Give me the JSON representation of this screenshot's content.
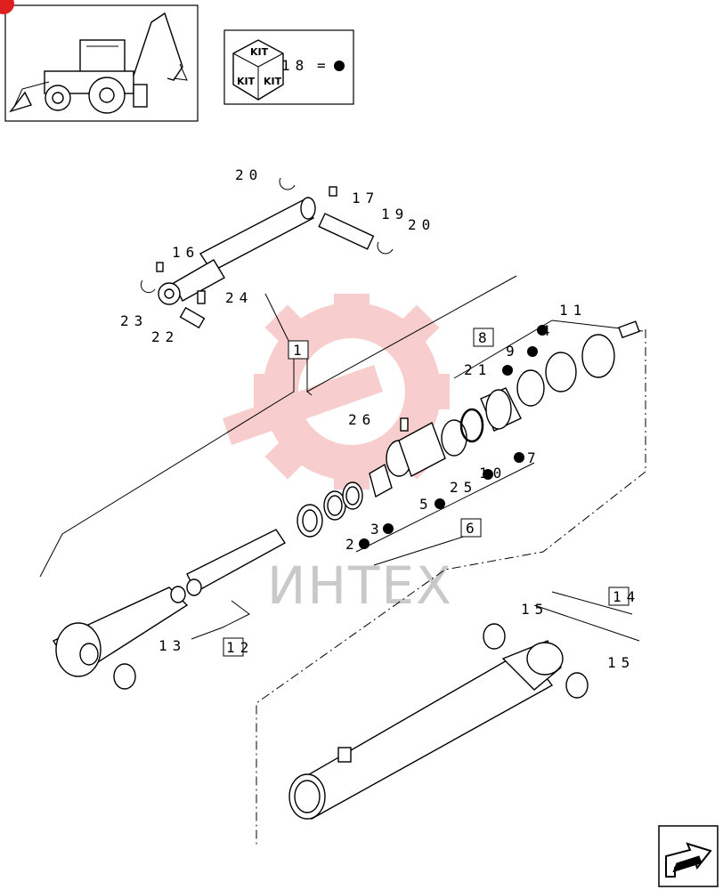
{
  "kit_box": {
    "cube_labels": [
      "KIT",
      "KIT",
      "KIT"
    ],
    "legend_number": "18",
    "legend_equals": "="
  },
  "watermark": "ИНТЕХ",
  "labels": {
    "p1": "1",
    "p2": "2",
    "p3": "3",
    "p4": "4",
    "p5": "5",
    "p6": "6",
    "p7": "7",
    "p8": "8",
    "p9": "9",
    "p10": "10",
    "p11": "11",
    "p12": "12",
    "p13": "13",
    "p14": "14",
    "p15a": "15",
    "p15b": "15",
    "p16": "16",
    "p17": "17",
    "p19": "19",
    "p20a": "20",
    "p20b": "20",
    "p21": "21",
    "p22": "22",
    "p23": "23",
    "p24": "24",
    "p25": "25",
    "p26": "26"
  }
}
